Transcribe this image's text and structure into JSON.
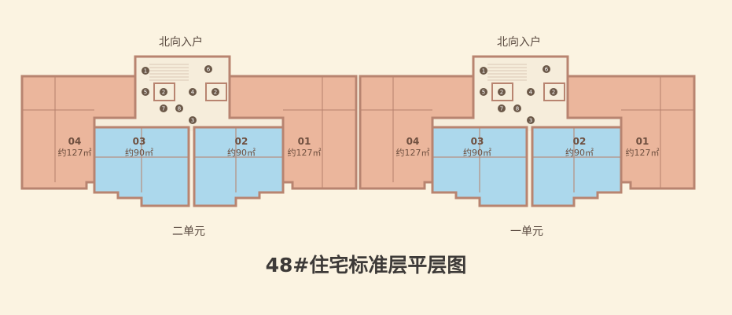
{
  "title": "48#住宅标准层平层图",
  "colors": {
    "large_unit": "#ebb69c",
    "small_unit": "#acd8ec",
    "wall": "#b88470",
    "core": "#f6eddb",
    "background": "#fbf3e1"
  },
  "buildings": [
    {
      "unit_name": "二单元",
      "entrance": "北向入户",
      "units": [
        {
          "no": "04",
          "area": "约127㎡"
        },
        {
          "no": "03",
          "area": "约90㎡"
        },
        {
          "no": "02",
          "area": "约90㎡"
        },
        {
          "no": "01",
          "area": "约127㎡"
        }
      ]
    },
    {
      "unit_name": "一单元",
      "entrance": "北向入户",
      "units": [
        {
          "no": "04",
          "area": "约127㎡"
        },
        {
          "no": "03",
          "area": "约90㎡"
        },
        {
          "no": "02",
          "area": "约90㎡"
        },
        {
          "no": "01",
          "area": "约127㎡"
        }
      ]
    }
  ],
  "core_markers": [
    "1",
    "2",
    "3",
    "4",
    "5",
    "6",
    "7",
    "8"
  ]
}
